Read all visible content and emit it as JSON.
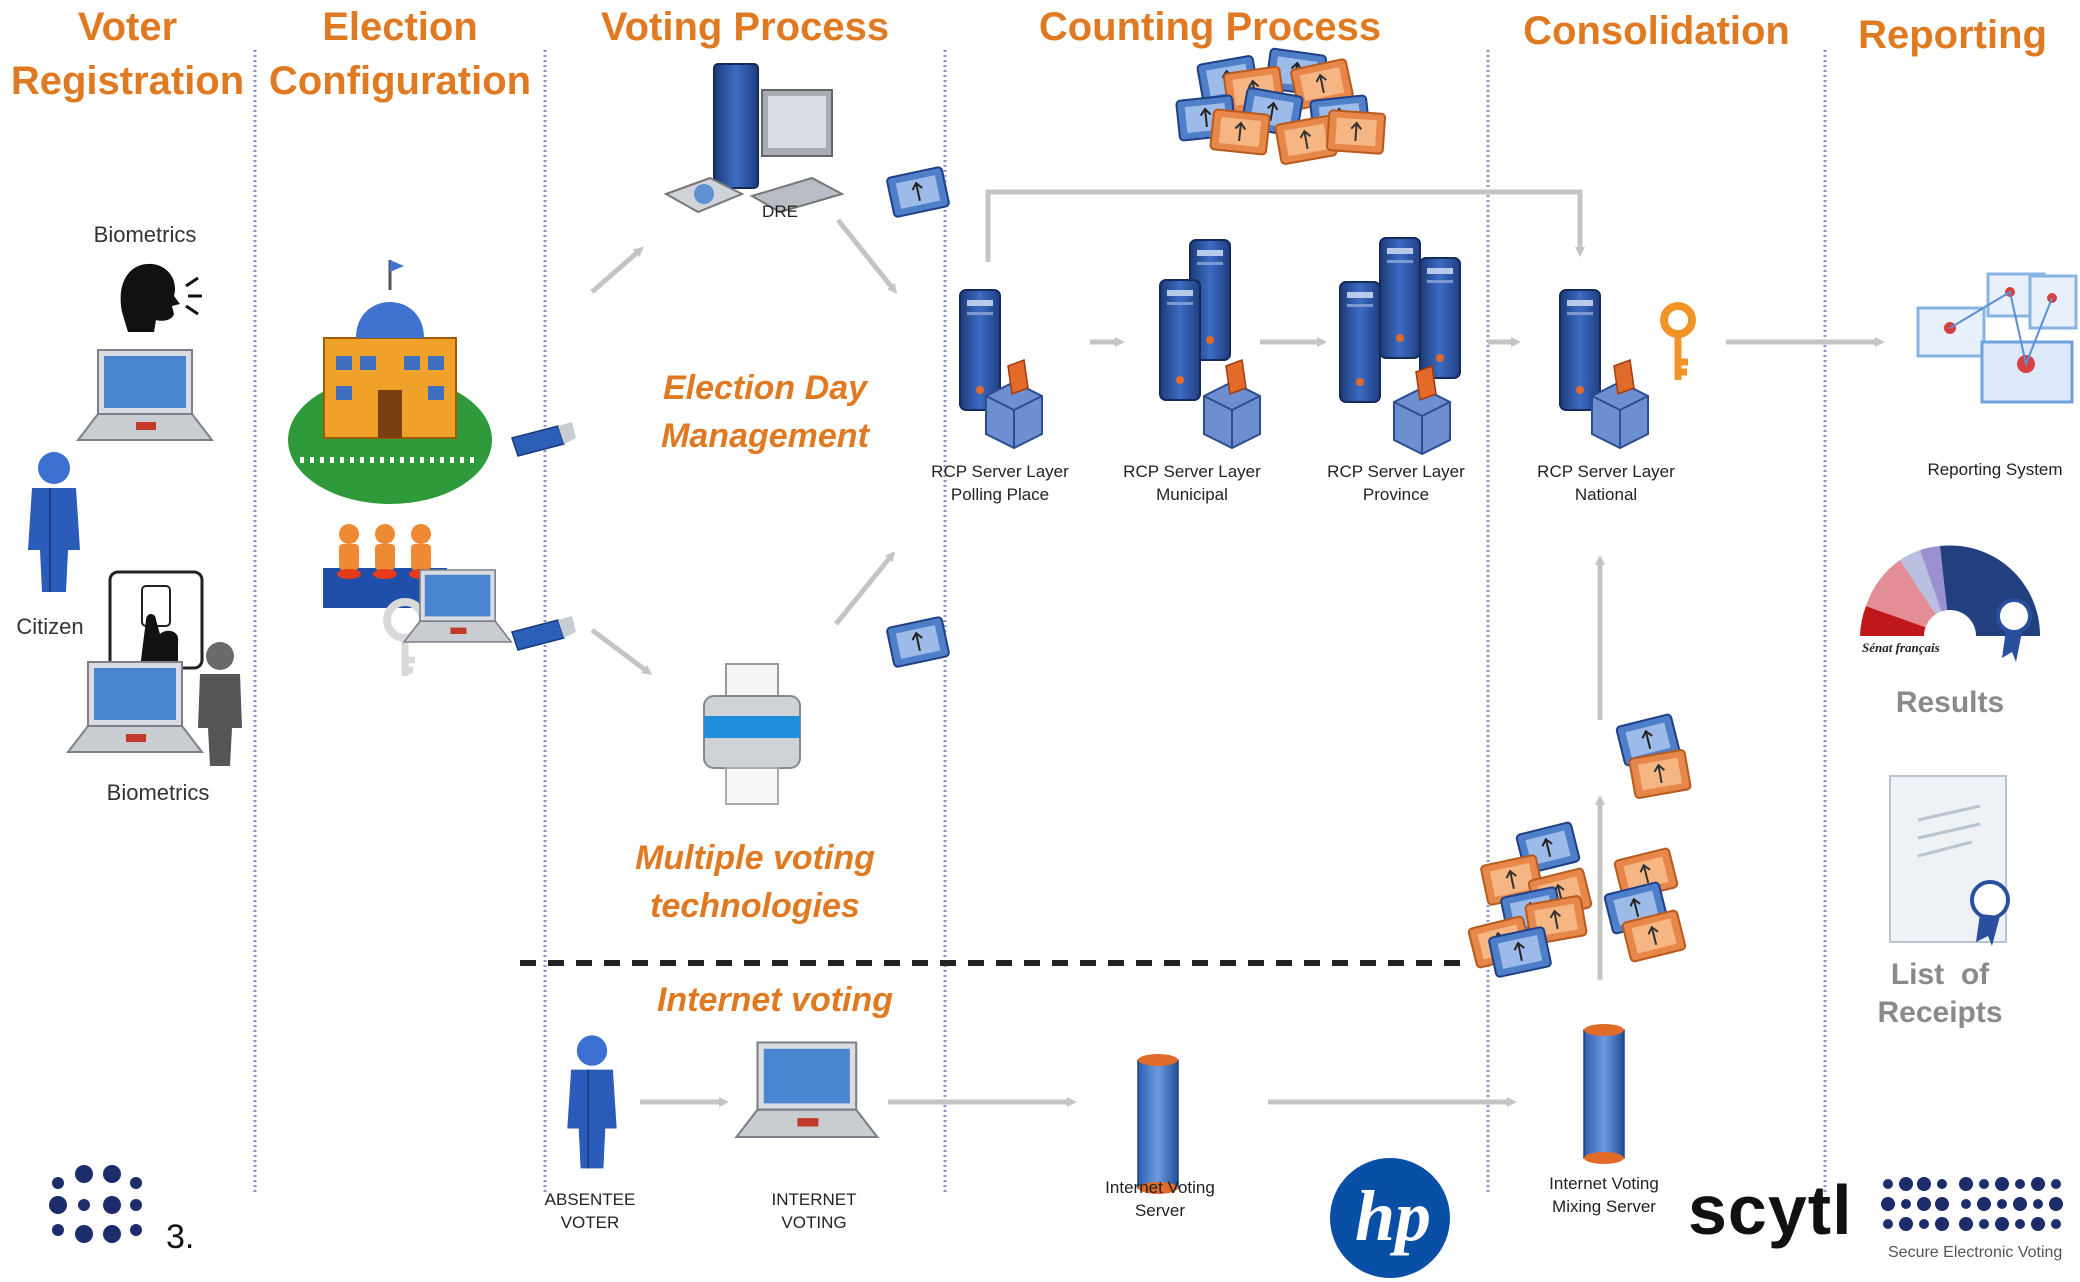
{
  "headers": {
    "voter_registration_1": "Voter",
    "voter_registration_2": "Registration",
    "election_configuration_1": "Election",
    "election_configuration_2": "Configuration",
    "voting_process": "Voting Process",
    "counting_process": "Counting Process",
    "consolidation": "Consolidation",
    "reporting": "Reporting"
  },
  "voter_registration": {
    "biometrics_top": "Biometrics",
    "citizen": "Citizen",
    "biometrics_bottom": "Biometrics"
  },
  "voting": {
    "dre": "DRE",
    "election_day_1": "Election Day",
    "election_day_2": "Management",
    "multiple_1": "Multiple voting",
    "multiple_2": "technologies",
    "internet_voting": "Internet voting",
    "absentee_1": "ABSENTEE",
    "absentee_2": "VOTER",
    "internet_1": "INTERNET",
    "internet_2": "VOTING"
  },
  "counting": {
    "polling_1": "RCP Server Layer",
    "polling_2": "Polling Place",
    "municipal_1": "RCP Server Layer",
    "municipal_2": "Municipal",
    "province_1": "RCP Server Layer",
    "province_2": "Province",
    "ivs_1": "Internet Voting",
    "ivs_2": "Server"
  },
  "consolidation": {
    "national_1": "RCP Server Layer",
    "national_2": "National",
    "mixing_1": "Internet Voting",
    "mixing_2": "Mixing Server"
  },
  "reporting": {
    "system": "Reporting System",
    "results": "Results",
    "receipts_1": "List  of",
    "receipts_2": "Receipts",
    "senat": "Sénat français"
  },
  "footer": {
    "page_number": "3.",
    "hp": "hp",
    "scytl": "scytl",
    "tagline": "Secure Electronic Voting"
  },
  "colors": {
    "accent_orange": "#e07a22",
    "divider": "#8c8fd0",
    "arrow": "#c4c4c4",
    "server_blue": "#2a4f9e",
    "hp_blue": "#0a4fa6",
    "scytl_navy": "#1d2d6b"
  }
}
